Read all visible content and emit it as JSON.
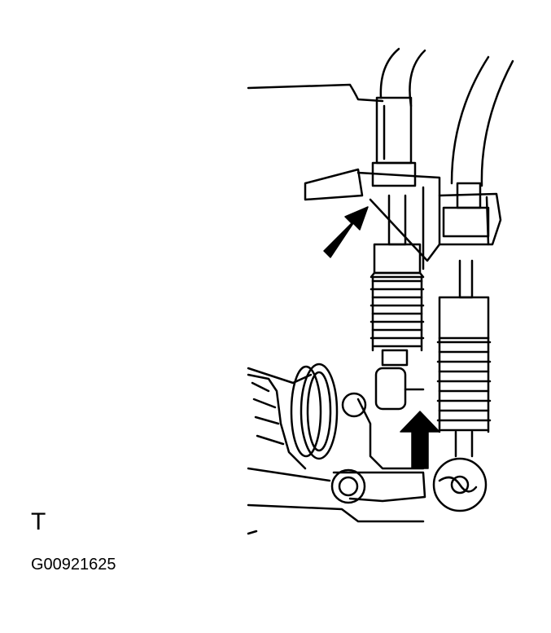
{
  "diagram": {
    "corner_letter": "T",
    "figure_id": "G00921625",
    "colors": {
      "line": "#000000",
      "background": "#ffffff"
    },
    "parts": [
      "transmission-case",
      "left-control-cable",
      "right-control-cable",
      "cable-bracket",
      "left-cable-end-boot",
      "right-cable-end-boot",
      "shift-lever",
      "cable-end-eye",
      "mounting-pivot"
    ],
    "arrows": [
      "upper-arrow",
      "lower-arrow"
    ]
  }
}
